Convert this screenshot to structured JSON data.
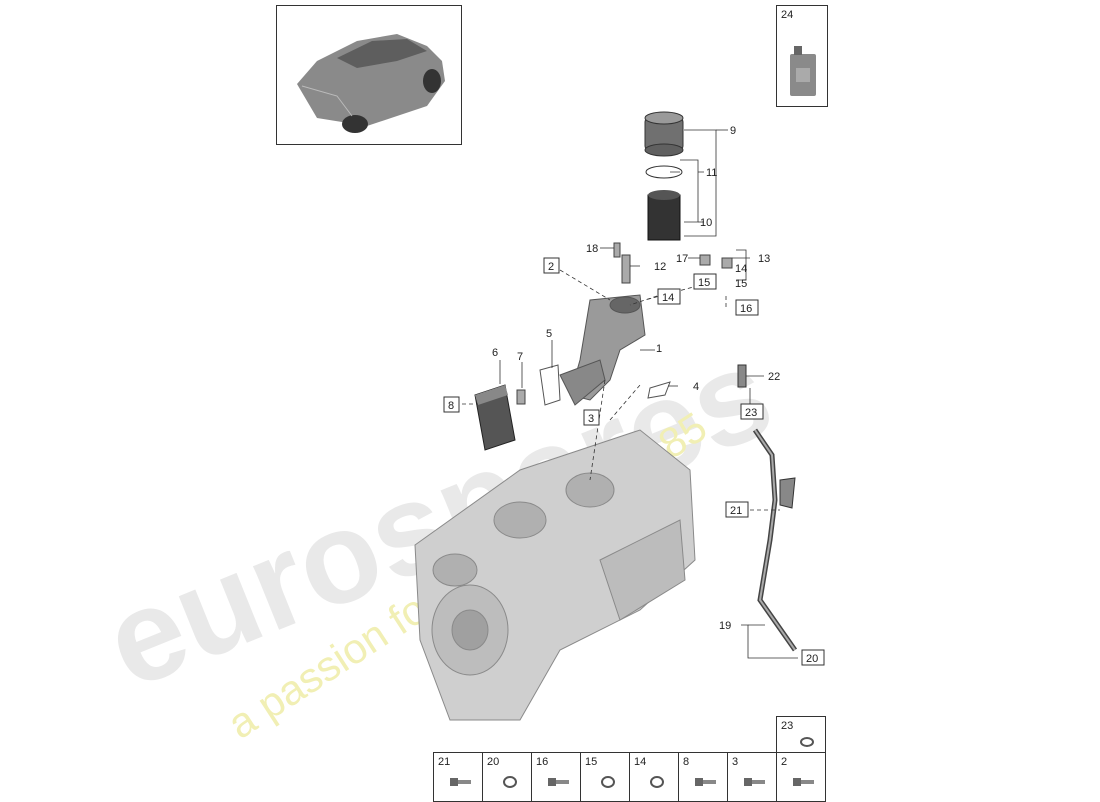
{
  "watermark": {
    "brand": "eurospares",
    "tagline": "a passion for parts since 1985"
  },
  "callouts": {
    "c1": "1",
    "c2": "2",
    "c3": "3",
    "c4": "4",
    "c5": "5",
    "c6": "6",
    "c7": "7",
    "c8": "8",
    "c9": "9",
    "c10": "10",
    "c11": "11",
    "c12": "12",
    "c13": "13",
    "c14a": "14",
    "c14b": "14",
    "c15a": "15",
    "c15b": "15",
    "c16": "16",
    "c17": "17",
    "c18": "18",
    "c19": "19",
    "c20": "20",
    "c21": "21",
    "c22": "22",
    "c23": "23"
  },
  "oil_panel": {
    "number": "24"
  },
  "hardware_grid": [
    {
      "number": "21",
      "icon": "bolt-icon"
    },
    {
      "number": "20",
      "icon": "washer-icon"
    },
    {
      "number": "16",
      "icon": "bolt-icon"
    },
    {
      "number": "15",
      "icon": "washer-icon"
    },
    {
      "number": "14",
      "icon": "washer-icon"
    },
    {
      "number": "8",
      "icon": "bolt-icon"
    },
    {
      "number": "3",
      "icon": "bolt-icon"
    },
    {
      "number": "2",
      "icon": "bolt-icon"
    }
  ],
  "hardware_extra": {
    "number": "23",
    "icon": "washer-icon"
  }
}
